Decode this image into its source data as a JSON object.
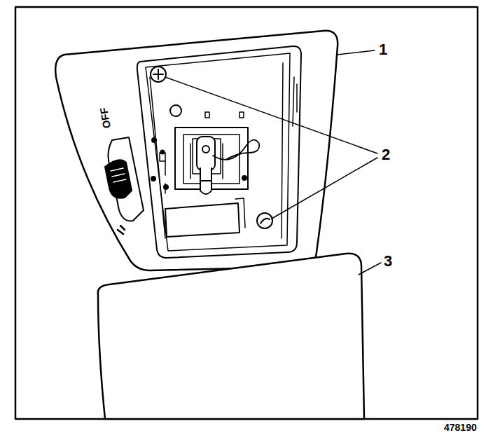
{
  "diagram": {
    "labels": [
      "1",
      "2",
      "3",
      "OFF",
      "478190"
    ]
  }
}
